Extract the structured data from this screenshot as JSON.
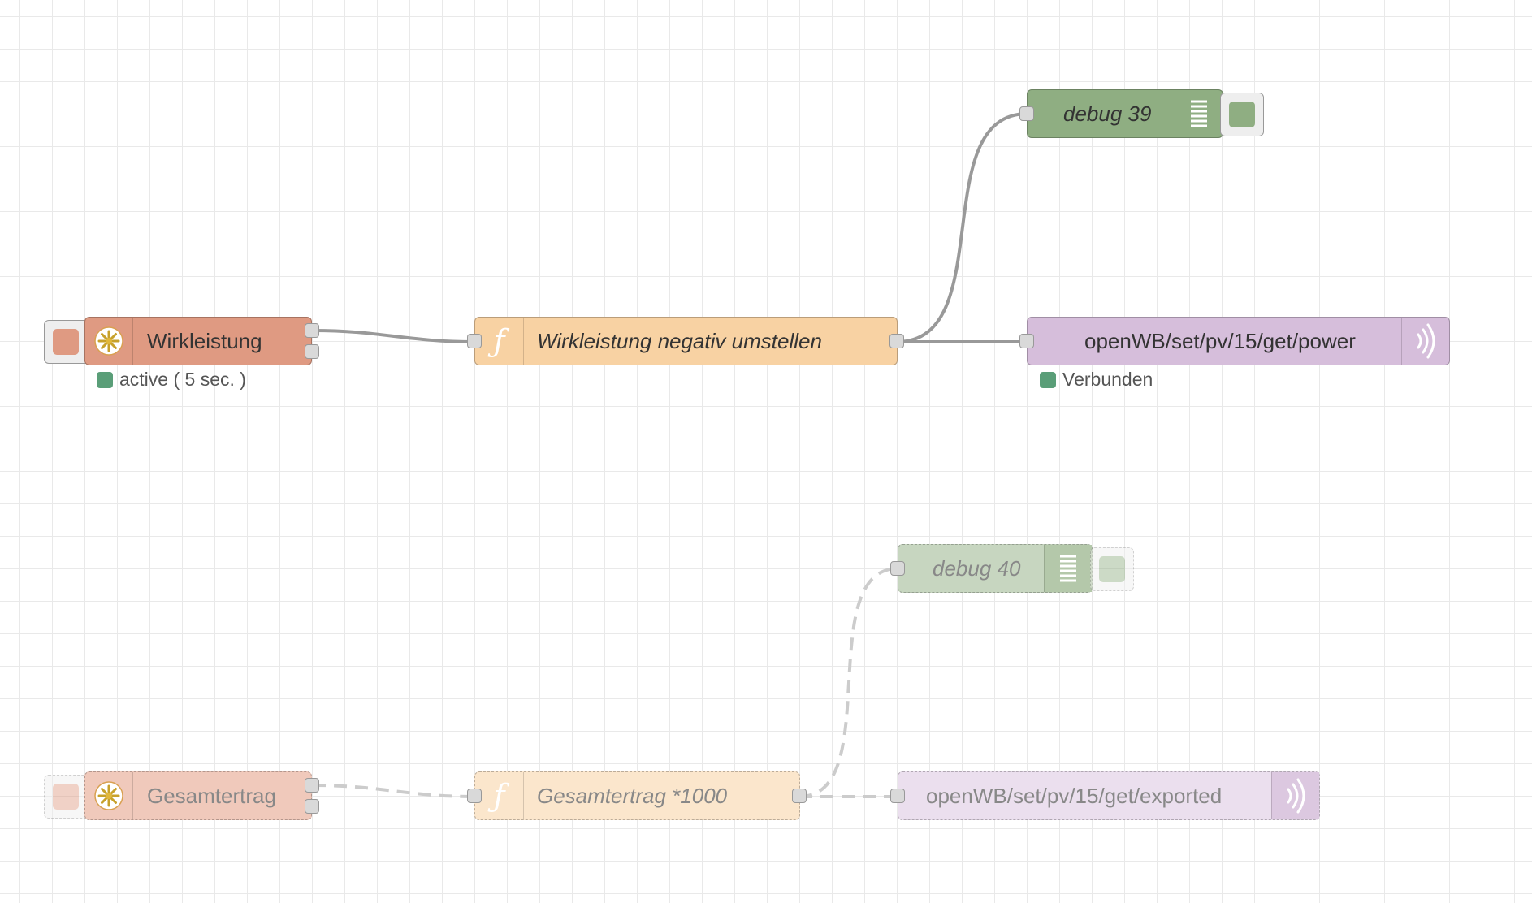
{
  "colors": {
    "inject": "#df9a82",
    "function": "#f8d2a3",
    "debug": "#8fae82",
    "mqtt": "#d6bedb",
    "wire": "#999999",
    "status_ok": "#5a9e78"
  },
  "icons": {
    "inject": "inject-timer-icon",
    "function": "function-icon",
    "debug": "debug-list-icon",
    "mqtt": "mqtt-broadcast-icon"
  },
  "flow1": {
    "inject": {
      "label": "Wirkleistung",
      "status": "active ( 5 sec. )"
    },
    "function": {
      "label": "Wirkleistung negativ umstellen",
      "icon_text": "ƒ"
    },
    "debug": {
      "label": "debug 39"
    },
    "mqtt": {
      "label": "openWB/set/pv/15/get/power",
      "status": "Verbunden"
    }
  },
  "flow2": {
    "inject": {
      "label": "Gesamtertrag"
    },
    "function": {
      "label": "Gesamtertrag *1000",
      "icon_text": "ƒ"
    },
    "debug": {
      "label": "debug 40"
    },
    "mqtt": {
      "label": "openWB/set/pv/15/get/exported"
    }
  }
}
